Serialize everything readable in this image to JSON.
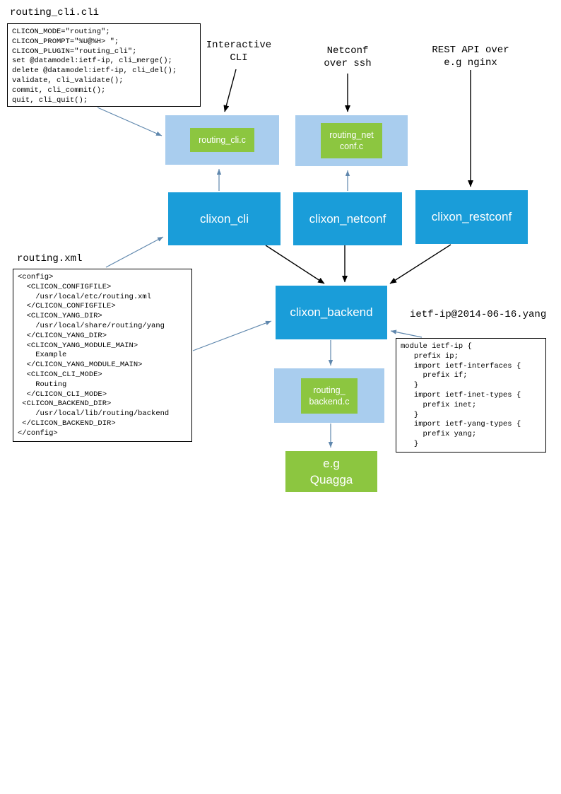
{
  "diagram": {
    "cli_file": {
      "title": "routing_cli.cli",
      "code": "CLICON_MODE=\"routing\";\nCLICON_PROMPT=\"%U@%H> \";\nCLICON_PLUGIN=\"routing_cli\";\nset @datamodel:ietf-ip, cli_merge();\ndelete @datamodel:ietf-ip, cli_del();\nvalidate, cli_validate();\ncommit, cli_commit();\nquit, cli_quit();"
    },
    "labels": {
      "interactive_cli": "Interactive\nCLI",
      "netconf_ssh": "Netconf\nover ssh",
      "rest_api": "REST API over\ne.g nginx",
      "xml_file": "routing.xml",
      "yang_file": "ietf-ip@2014-06-16.yang"
    },
    "plugins": {
      "routing_cli_c": "routing_cli.c",
      "routing_netconf_c": "routing_net\nconf.c",
      "routing_backend_c": "routing_\nbackend.c"
    },
    "processes": {
      "clixon_cli": "clixon_cli",
      "clixon_netconf": "clixon_netconf",
      "clixon_restconf": "clixon_restconf",
      "clixon_backend": "clixon_backend"
    },
    "external": {
      "quagga": "e.g\nQuagga"
    },
    "config_xml": {
      "code": "<config>\n  <CLICON_CONFIGFILE>\n    /usr/local/etc/routing.xml\n  </CLICON_CONFIGFILE>\n  <CLICON_YANG_DIR>\n    /usr/local/share/routing/yang\n  </CLICON_YANG_DIR>\n  <CLICON_YANG_MODULE_MAIN>\n    Example\n  </CLICON_YANG_MODULE_MAIN>\n  <CLICON_CLI_MODE>\n    Routing\n  </CLICON_CLI_MODE>\n <CLICON_BACKEND_DIR>\n    /usr/local/lib/routing/backend\n </CLICON_BACKEND_DIR>\n</config>"
    },
    "yang_module": {
      "code": "module ietf-ip {\n   prefix ip;\n   import ietf-interfaces {\n     prefix if;\n   }\n   import ietf-inet-types {\n     prefix inet;\n   }\n   import ietf-yang-types {\n     prefix yang;\n   }"
    },
    "colors": {
      "process_blue": "#1a9dd9",
      "plugin_container_blue": "#a9cdee",
      "plugin_green": "#8cc640",
      "arrow_blue": "#5f87ad",
      "arrow_black": "#000000"
    }
  }
}
